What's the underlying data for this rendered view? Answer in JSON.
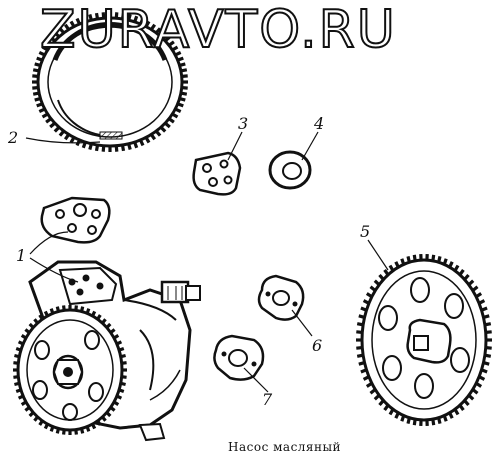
{
  "watermark": "ZURAVTO.RU",
  "caption": "Насос масляный",
  "callouts": {
    "c1": "1",
    "c2": "2",
    "c3": "3",
    "c4": "4",
    "c5": "5",
    "c6": "6",
    "c7": "7"
  },
  "colors": {
    "ink": "#111111",
    "paper": "#ffffff"
  }
}
